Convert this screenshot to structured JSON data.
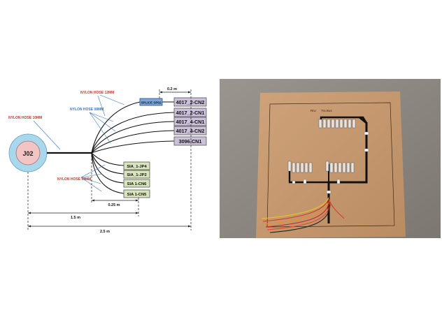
{
  "diagram": {
    "connector": "J02",
    "hoses": {
      "h10": "NYLON HOSE 10MM",
      "h12": "NYLON HOSE 12MM",
      "h08a": "NYLON HOSE 08MM",
      "h08b": "NYLON HOSE 08MM"
    },
    "splice": "SPLICE SP02",
    "boxes": {
      "b1": "4017_2-CN2",
      "b2": "4017_2-CN1",
      "b3": "4017_4-CN1",
      "b4": "4017_4-CN2",
      "b5": "3096-CN1",
      "g1": "SIA_1-JP4",
      "g2": "SIA_1-JP2",
      "g3": "SIA 1-CN6",
      "g4": "SIA 1-CN5"
    },
    "dims": {
      "d02": "0.2 m",
      "d025": "0.25 m",
      "d15": "1.5 m",
      "d25": "2.5 m"
    },
    "colors": {
      "connector_outer": "#a9d8ec",
      "connector_inner": "#f2c4c4",
      "purple_box": "#ccc0da",
      "green_box": "#d8e4bc",
      "splice_box": "#7aa7d9",
      "red_label": "#c0392b",
      "blue_label": "#3b78c2"
    }
  },
  "photo": {
    "board_text_1": "RIU",
    "board_text_2": "Tra Bus"
  }
}
